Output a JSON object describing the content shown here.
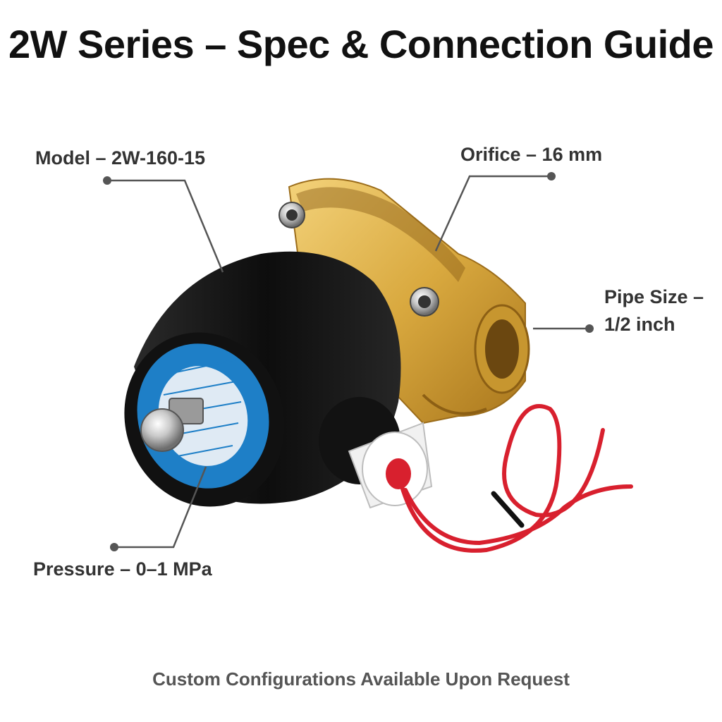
{
  "title": "2W Series – Spec & Connection Guide",
  "callouts": {
    "model": "Model – 2W-160-15",
    "orifice": "Orifice – 16 mm",
    "pipe_size_line1": "Pipe Size –",
    "pipe_size_line2": "1/2 inch",
    "pressure": "Pressure – 0–1 MPa"
  },
  "footer": "Custom Configurations Available Upon Request",
  "colors": {
    "brass": "#d9a93f",
    "coil": "#151515",
    "label_blue": "#1e7fc7",
    "wire_red": "#d8202e",
    "leader": "#555555"
  }
}
